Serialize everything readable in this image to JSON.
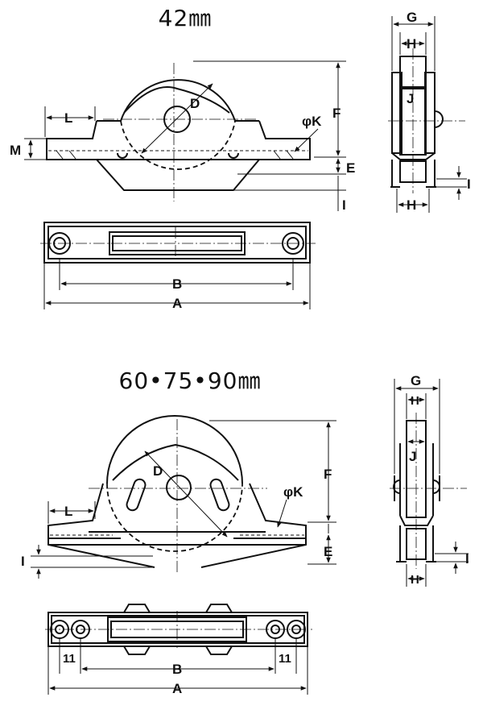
{
  "titles": {
    "small": "42㎜",
    "large": "60•75•90㎜"
  },
  "labels": {
    "A": "A",
    "B": "B",
    "D": "D",
    "E": "E",
    "F": "F",
    "G": "G",
    "H": "H",
    "I": "I",
    "J": "J",
    "L": "L",
    "M": "M",
    "K": "φK",
    "hole_pitch": "11"
  }
}
